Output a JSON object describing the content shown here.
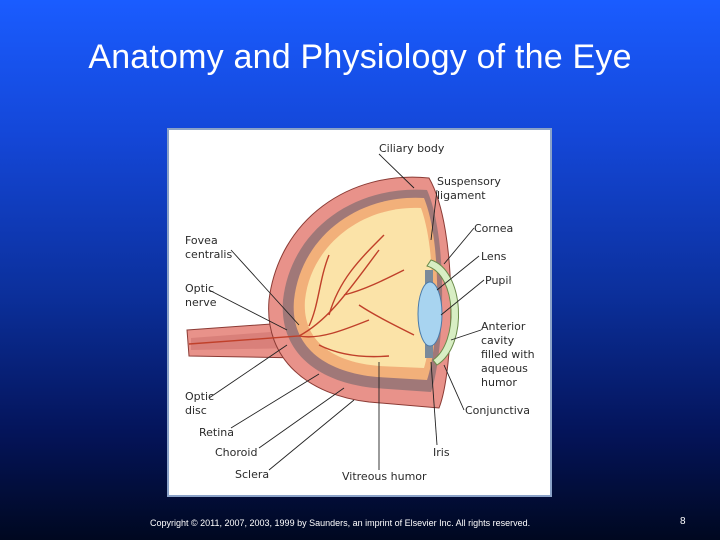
{
  "slide": {
    "title": "Anatomy and Physiology of the Eye",
    "copyright": "Copyright © 2011, 2007, 2003, 1999 by Saunders, an imprint of Elsevier Inc. All rights reserved.",
    "page_number": "8"
  },
  "diagram": {
    "labels": {
      "ciliary_body": "Ciliary body",
      "suspensory_ligament": "Suspensory\nligament",
      "cornea": "Cornea",
      "lens": "Lens",
      "pupil": "Pupil",
      "anterior_cavity": "Anterior\ncavity\nfilled with\naqueous\nhumor",
      "conjunctiva": "Conjunctiva",
      "iris": "Iris",
      "vitreous_humor": "Vitreous humor",
      "sclera": "Sclera",
      "choroid": "Choroid",
      "retina": "Retina",
      "optic_disc": "Optic\ndisc",
      "optic_nerve": "Optic\nnerve",
      "fovea_centralis": "Fovea\ncentralis"
    },
    "colors": {
      "sclera": "#e8928a",
      "choroid": "#a07878",
      "retina": "#f2b07a",
      "vitreous": "#fbe3a8",
      "vessels": "#c0402a",
      "lens": "#a8d4f0",
      "cornea": "#d8eec4"
    }
  }
}
